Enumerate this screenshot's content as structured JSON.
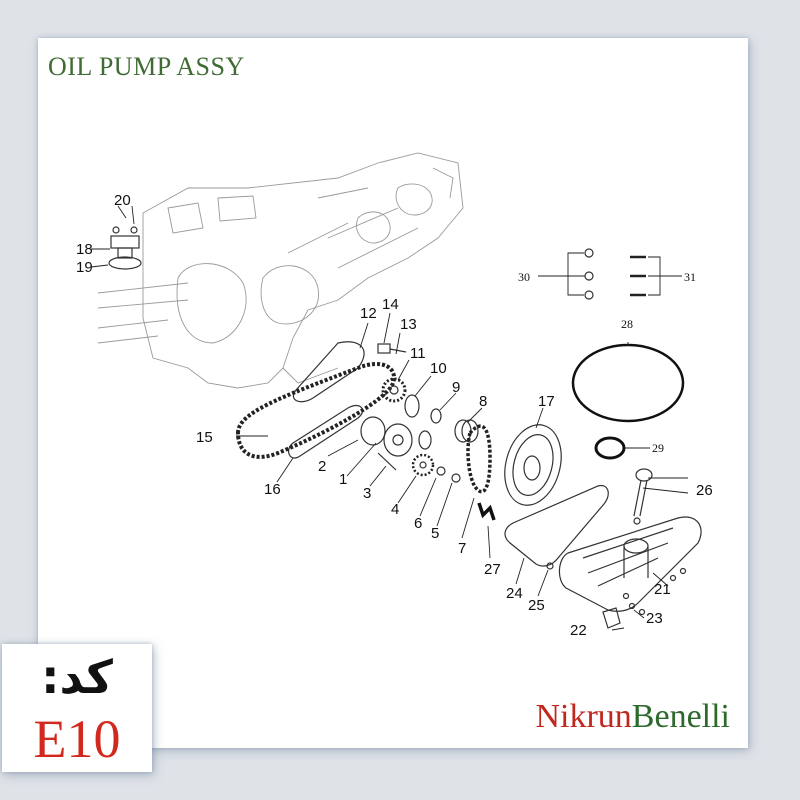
{
  "title": "OIL PUMP ASSY",
  "brand": {
    "part1": "Nikrun",
    "part2": "Benelli"
  },
  "code": {
    "label": "کد:",
    "value": "E10"
  },
  "callouts": {
    "c1": "1",
    "c2": "2",
    "c3": "3",
    "c4": "4",
    "c5": "5",
    "c6": "6",
    "c7": "7",
    "c8": "8",
    "c9": "9",
    "c10": "10",
    "c11": "11",
    "c12": "12",
    "c13": "13",
    "c14": "14",
    "c15": "15",
    "c16": "16",
    "c17": "17",
    "c18": "18",
    "c19": "19",
    "c20": "20",
    "c21": "21",
    "c22": "22",
    "c23": "23",
    "c24": "24",
    "c25": "25",
    "c26": "26",
    "c27": "27",
    "c28": "28",
    "c29": "29",
    "c30": "30",
    "c31": "31"
  }
}
